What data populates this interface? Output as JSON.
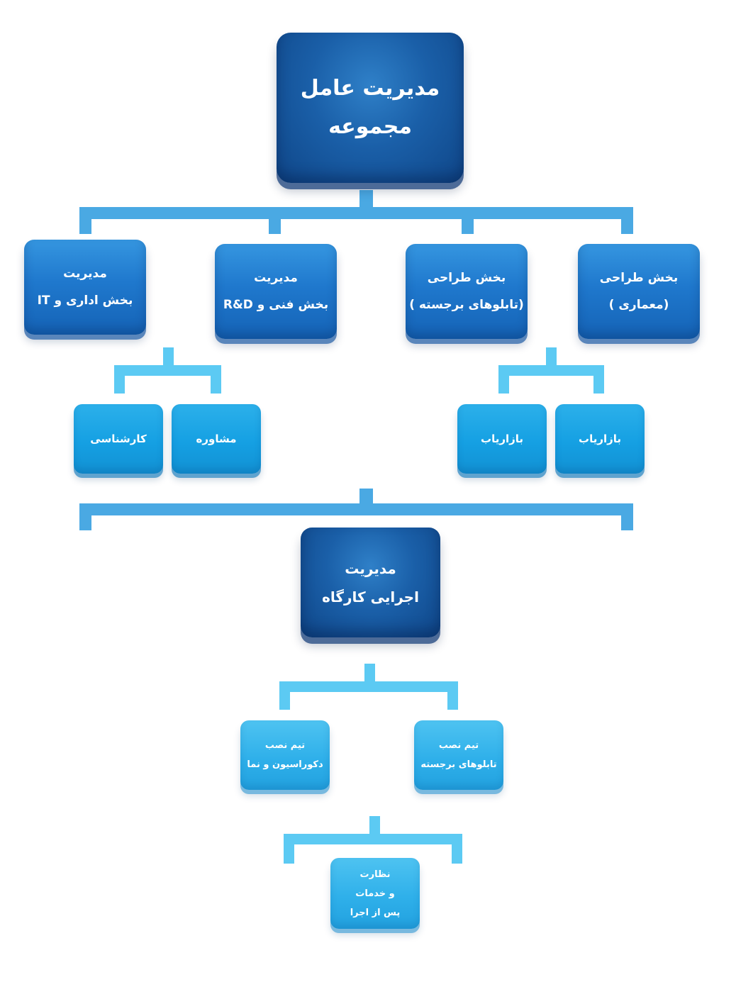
{
  "ceo": {
    "line1": "مدیریت عامل",
    "line2": "مجموعه"
  },
  "departments": [
    {
      "line1": "بخش طراحی",
      "line2": "(معماری )"
    },
    {
      "line1": "بخش طراحی",
      "line2": "(تابلوهای برجسته )"
    },
    {
      "line1": "مدیریت",
      "line2": "بخش فنی و R&D"
    },
    {
      "line1": "مدیریت",
      "line2": "بخش اداری و IT"
    }
  ],
  "sub_units": {
    "marketer_right": "بازاریاب",
    "marketer_left": "بازاریاب",
    "consulting": "مشاوره",
    "expert": "کارشناسی"
  },
  "site_manager": {
    "line1": "مدیریت",
    "line2": "اجرایی کارگاه"
  },
  "teams": [
    {
      "line1": "تیم نصب",
      "line2": "تابلوهای برجسته"
    },
    {
      "line1": "تیم نصب",
      "line2": "دکوراسیون و نما"
    }
  ],
  "supervision": {
    "line1": "نظارت",
    "line2": "و خدمات",
    "line3": "پس از اجرا"
  },
  "colors": {
    "connector_dark": "#4aa9e3",
    "connector_light": "#5ccaf3"
  }
}
